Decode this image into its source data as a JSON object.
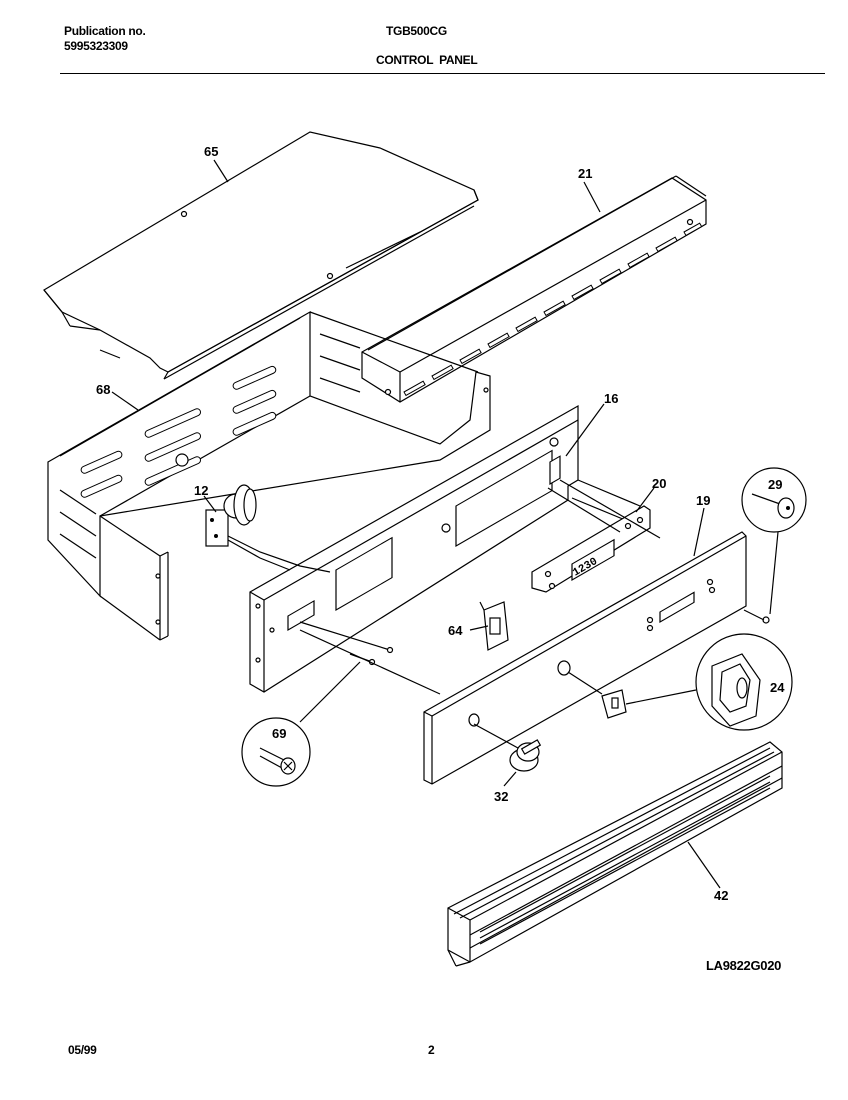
{
  "header": {
    "publication_label": "Publication no.",
    "publication_number": "5995323309",
    "model": "TGB500CG",
    "section_title": "CONTROL  PANEL"
  },
  "diagram": {
    "callouts": [
      {
        "id": "65",
        "label": "65"
      },
      {
        "id": "21",
        "label": "21"
      },
      {
        "id": "68",
        "label": "68"
      },
      {
        "id": "16",
        "label": "16"
      },
      {
        "id": "12",
        "label": "12"
      },
      {
        "id": "20",
        "label": "20"
      },
      {
        "id": "19",
        "label": "19"
      },
      {
        "id": "29",
        "label": "29"
      },
      {
        "id": "64",
        "label": "64"
      },
      {
        "id": "24",
        "label": "24"
      },
      {
        "id": "69",
        "label": "69"
      },
      {
        "id": "32",
        "label": "32"
      },
      {
        "id": "42",
        "label": "42"
      }
    ],
    "clock_display": "1230",
    "drawing_code": "LA9822G020"
  },
  "footer": {
    "date": "05/99",
    "page_number": "2"
  }
}
